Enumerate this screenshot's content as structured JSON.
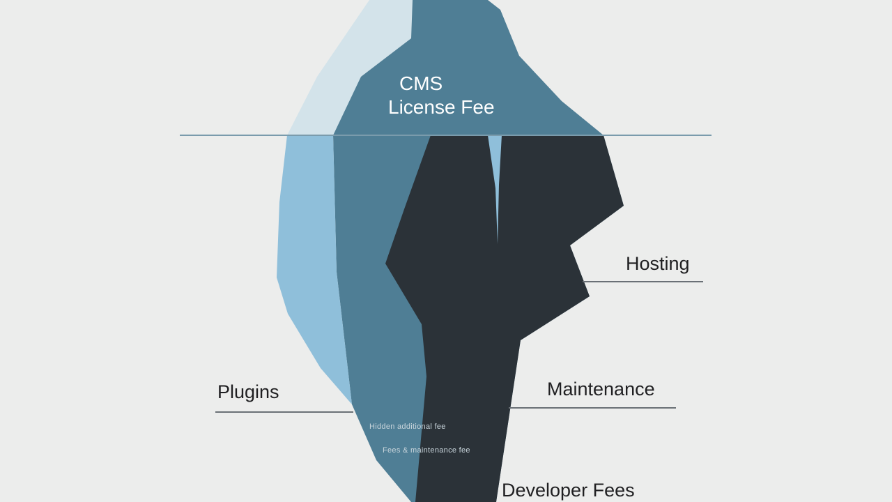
{
  "diagram": {
    "colors": {
      "background": "#ecedec",
      "ice_light": "#d3e3ea",
      "ice_sky": "#8fbfda",
      "ice_teal": "#4f7e95",
      "ice_dark": "#2b3238",
      "waterline": "#7a9bac"
    },
    "above_water": {
      "label_line1": "CMS",
      "label_line2": "License Fee"
    },
    "below_water": [
      {
        "id": "hosting",
        "label": "Hosting"
      },
      {
        "id": "plugins",
        "label": "Plugins"
      },
      {
        "id": "maintenance",
        "label": "Maintenance"
      },
      {
        "id": "developer_fees",
        "label": "Developer Fees"
      }
    ],
    "faint_text": {
      "line1": "Hidden additional fee",
      "line2": "Fees & maintenance fee"
    }
  }
}
